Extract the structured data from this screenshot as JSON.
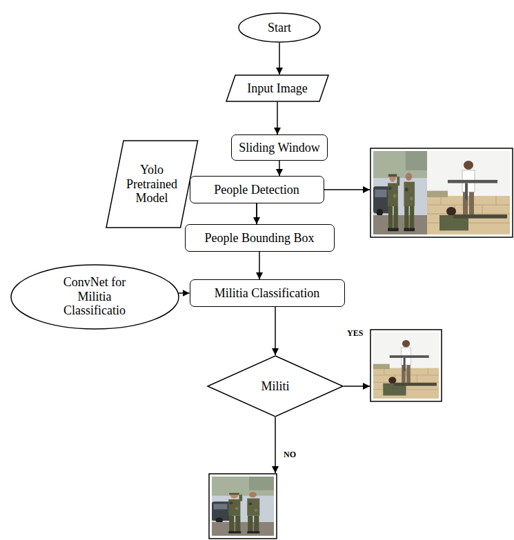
{
  "diagram": {
    "nodes": [
      {
        "text": [
          "Start"
        ]
      },
      {
        "text": [
          "Input Image"
        ]
      },
      {
        "text": [
          "Sliding Window"
        ]
      },
      {
        "text": [
          "Yolo Pretrained Model"
        ]
      },
      {
        "text": [
          "People Detection"
        ]
      },
      {
        "text": [
          "People Bounding Box"
        ]
      },
      {
        "text": [
          "ConvNet for Militia Classificatio"
        ]
      },
      {
        "text": [
          "Militia Classification"
        ]
      },
      {
        "text": [
          "Militi"
        ]
      }
    ],
    "edges": [
      {
        "from": 0,
        "to": 1,
        "arrow": "to"
      },
      {
        "from": 1,
        "to": 2,
        "arrow": "to"
      },
      {
        "from": 2,
        "to": 4,
        "arrow": "to"
      },
      {
        "from": 3,
        "to": 4,
        "arrow": "to"
      },
      {
        "from": 4,
        "to": 5,
        "arrow": "to"
      },
      {
        "from": 5,
        "to": 7,
        "arrow": "to"
      },
      {
        "from": 6,
        "to": 7,
        "arrow": "to"
      },
      {
        "from": 7,
        "to": 8,
        "arrow": "to"
      }
    ],
    "labels": [
      "YES",
      "NO"
    ]
  }
}
